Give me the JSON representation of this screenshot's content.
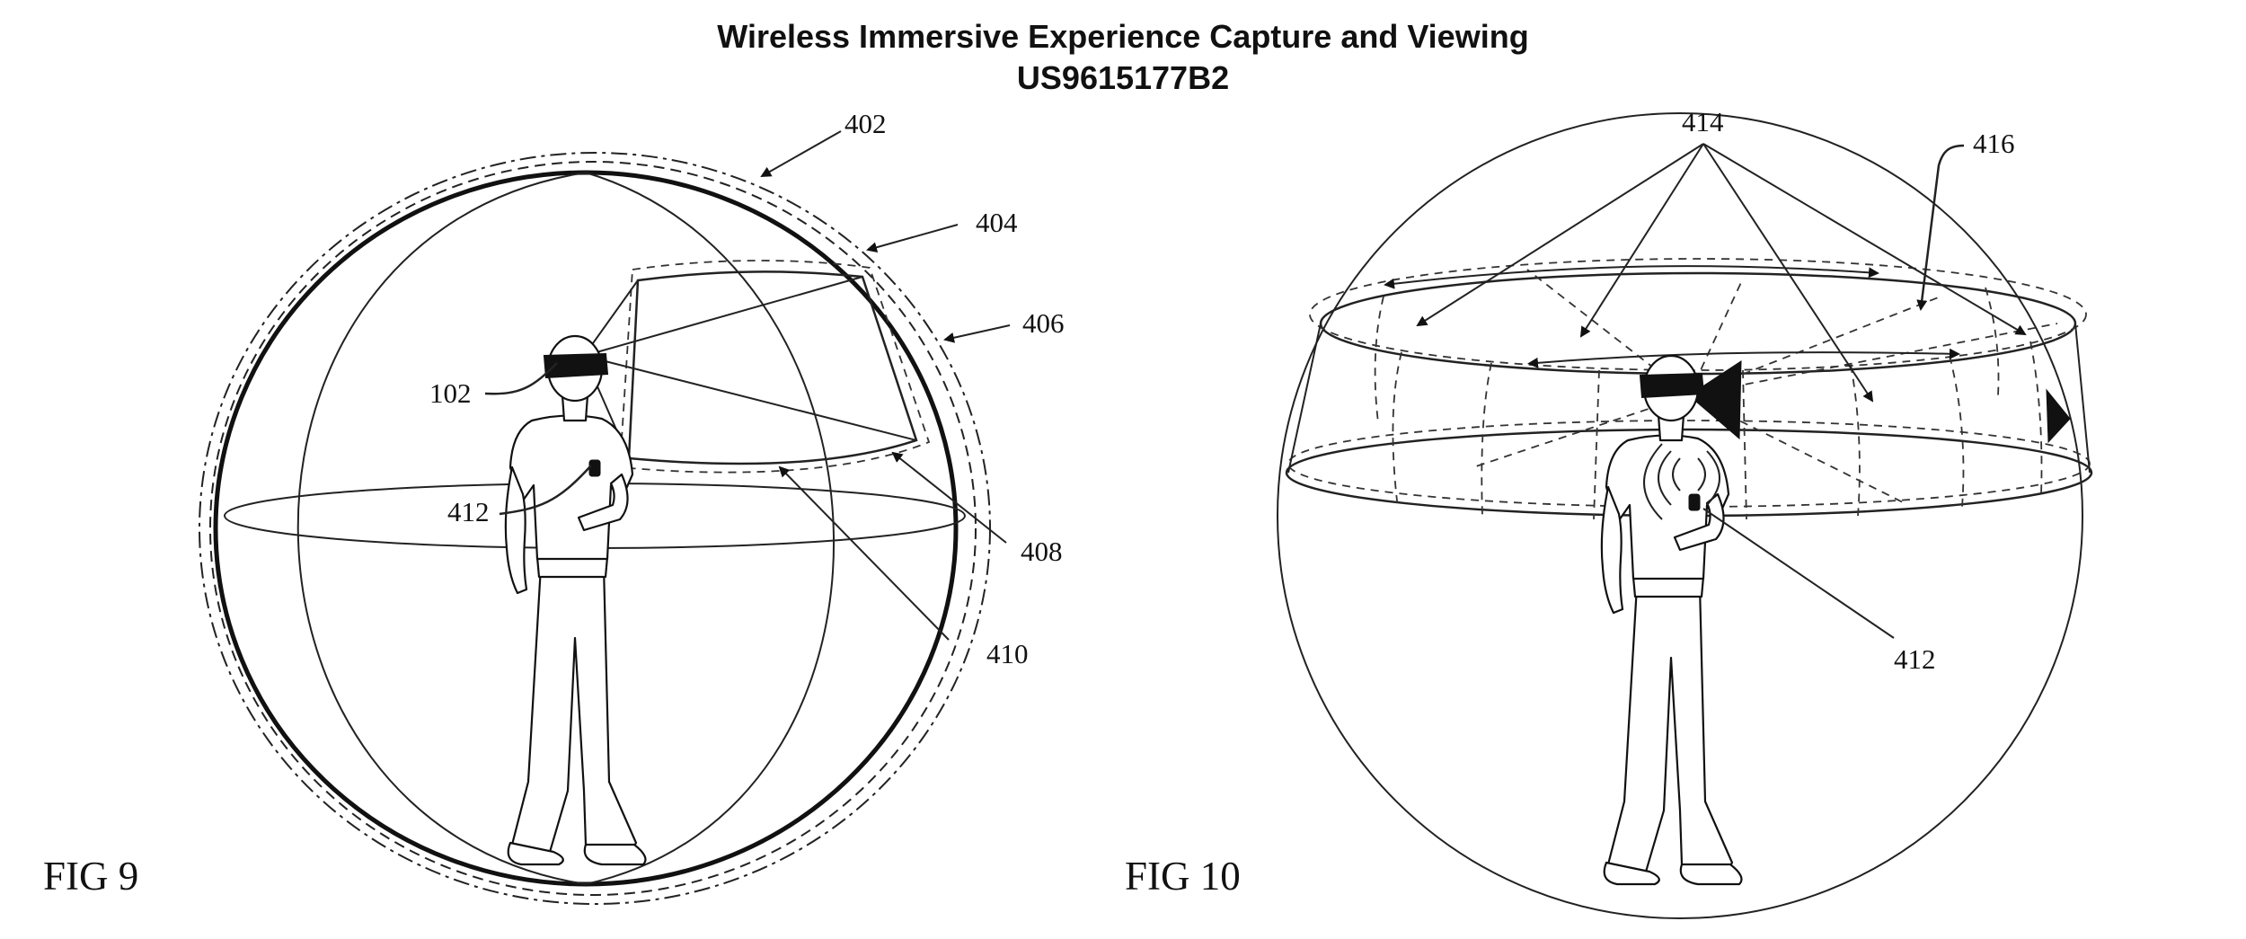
{
  "header": {
    "title": "Wireless Immersive Experience Capture and Viewing",
    "patent_number": "US9615177B2"
  },
  "fig9": {
    "caption": "FIG 9",
    "labels": {
      "l402": "402",
      "l404": "404",
      "l406": "406",
      "l102": "102",
      "l412": "412",
      "l408": "408",
      "l410": "410"
    }
  },
  "fig10": {
    "caption": "FIG 10",
    "labels": {
      "l414": "414",
      "l416": "416",
      "l412": "412"
    }
  },
  "colors": {
    "ink": "#111111",
    "background": "#ffffff"
  }
}
